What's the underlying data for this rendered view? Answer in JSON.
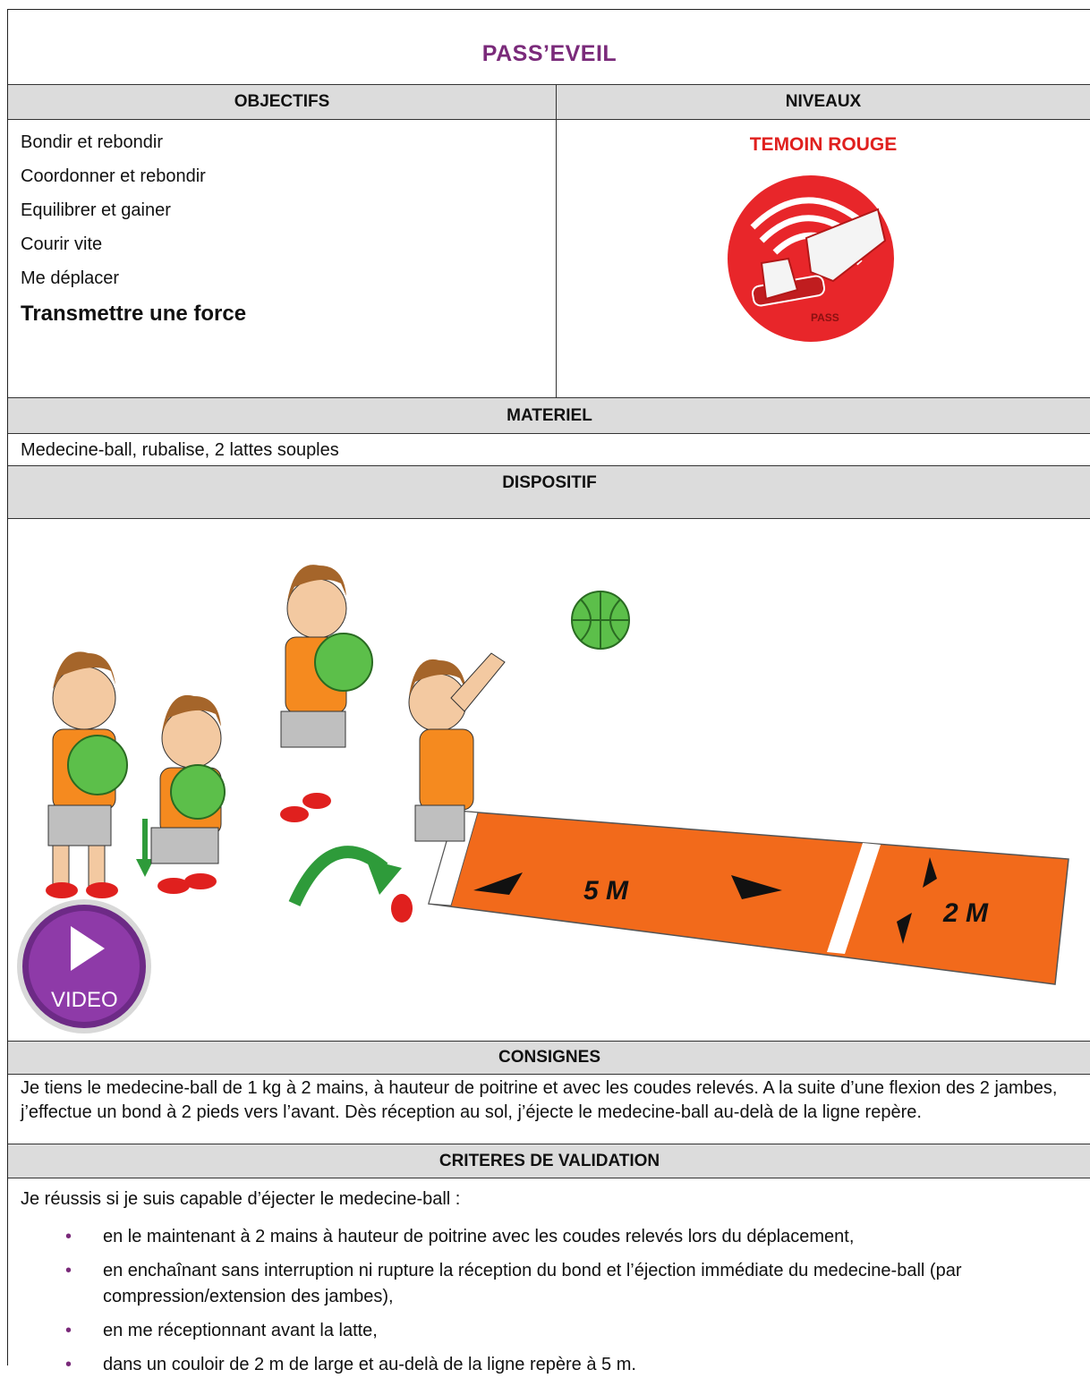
{
  "title": "PASS’EVEIL",
  "headers": {
    "objectifs": "OBJECTIFS",
    "niveaux": "NIVEAUX",
    "materiel": "MATERIEL",
    "dispositif": "DISPOSITIF",
    "consignes": "CONSIGNES",
    "criteres": "CRITERES DE VALIDATION"
  },
  "objectifs": [
    "Bondir et rebondir",
    "Coordonner et rebondir",
    "Equilibrer et gainer",
    "Courir vite",
    "Me déplacer",
    "Transmettre une force"
  ],
  "niveau": "TEMOIN ROUGE",
  "badge_text": "PASS",
  "materiel": "Medecine-ball, rubalise, 2 lattes souples",
  "dispositif": {
    "distance_label": "5 M",
    "width_label": "2 M",
    "video_label": "VIDEO"
  },
  "consignes": "Je tiens le medecine-ball de 1 kg à 2 mains, à hauteur de poitrine et avec les coudes relevés. A la suite d’une flexion des 2 jambes, j’effectue un bond à 2 pieds vers l’avant. Dès réception au sol, j’éjecte le medecine-ball au-delà de la ligne repère.",
  "criteres": {
    "intro": "Je réussis si je suis capable d’éjecter le medecine-ball :",
    "items": [
      "en le maintenant à 2 mains à hauteur de poitrine avec les coudes relevés lors du déplacement,",
      "en enchaînant sans interruption ni rupture la réception du bond et l’éjection immédiate du medecine-ball (par compression/extension des jambes),",
      "en me réceptionnant avant la latte,",
      "dans un couloir de 2 m de large et au-delà de la ligne repère à 5 m."
    ]
  },
  "colors": {
    "title": "#7a2a7a",
    "niveau": "#e0201e",
    "track": "#f26a1b",
    "ball": "#5cbf4a"
  }
}
